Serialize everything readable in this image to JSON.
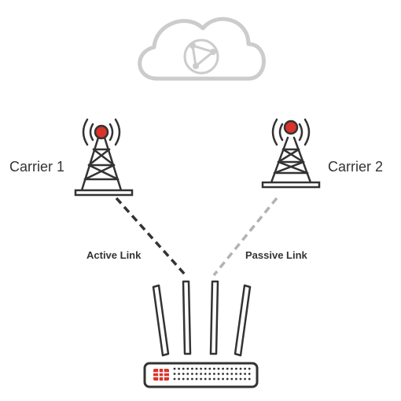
{
  "nodes": {
    "carrier_1": "Carrier 1",
    "carrier_2": "Carrier 2"
  },
  "links": {
    "active": "Active Link",
    "passive": "Passive Link"
  },
  "colors": {
    "active_link": "#333333",
    "passive_link": "#b3b3b3",
    "tower_beacon": "#d9342b",
    "cloud_outline": "#cccccc",
    "device_logo": "#d9342b"
  },
  "icons": {
    "cloud": "cloud-network-icon",
    "tower_left": "cell-tower-icon",
    "tower_right": "cell-tower-icon",
    "device": "lte-router-icon"
  }
}
